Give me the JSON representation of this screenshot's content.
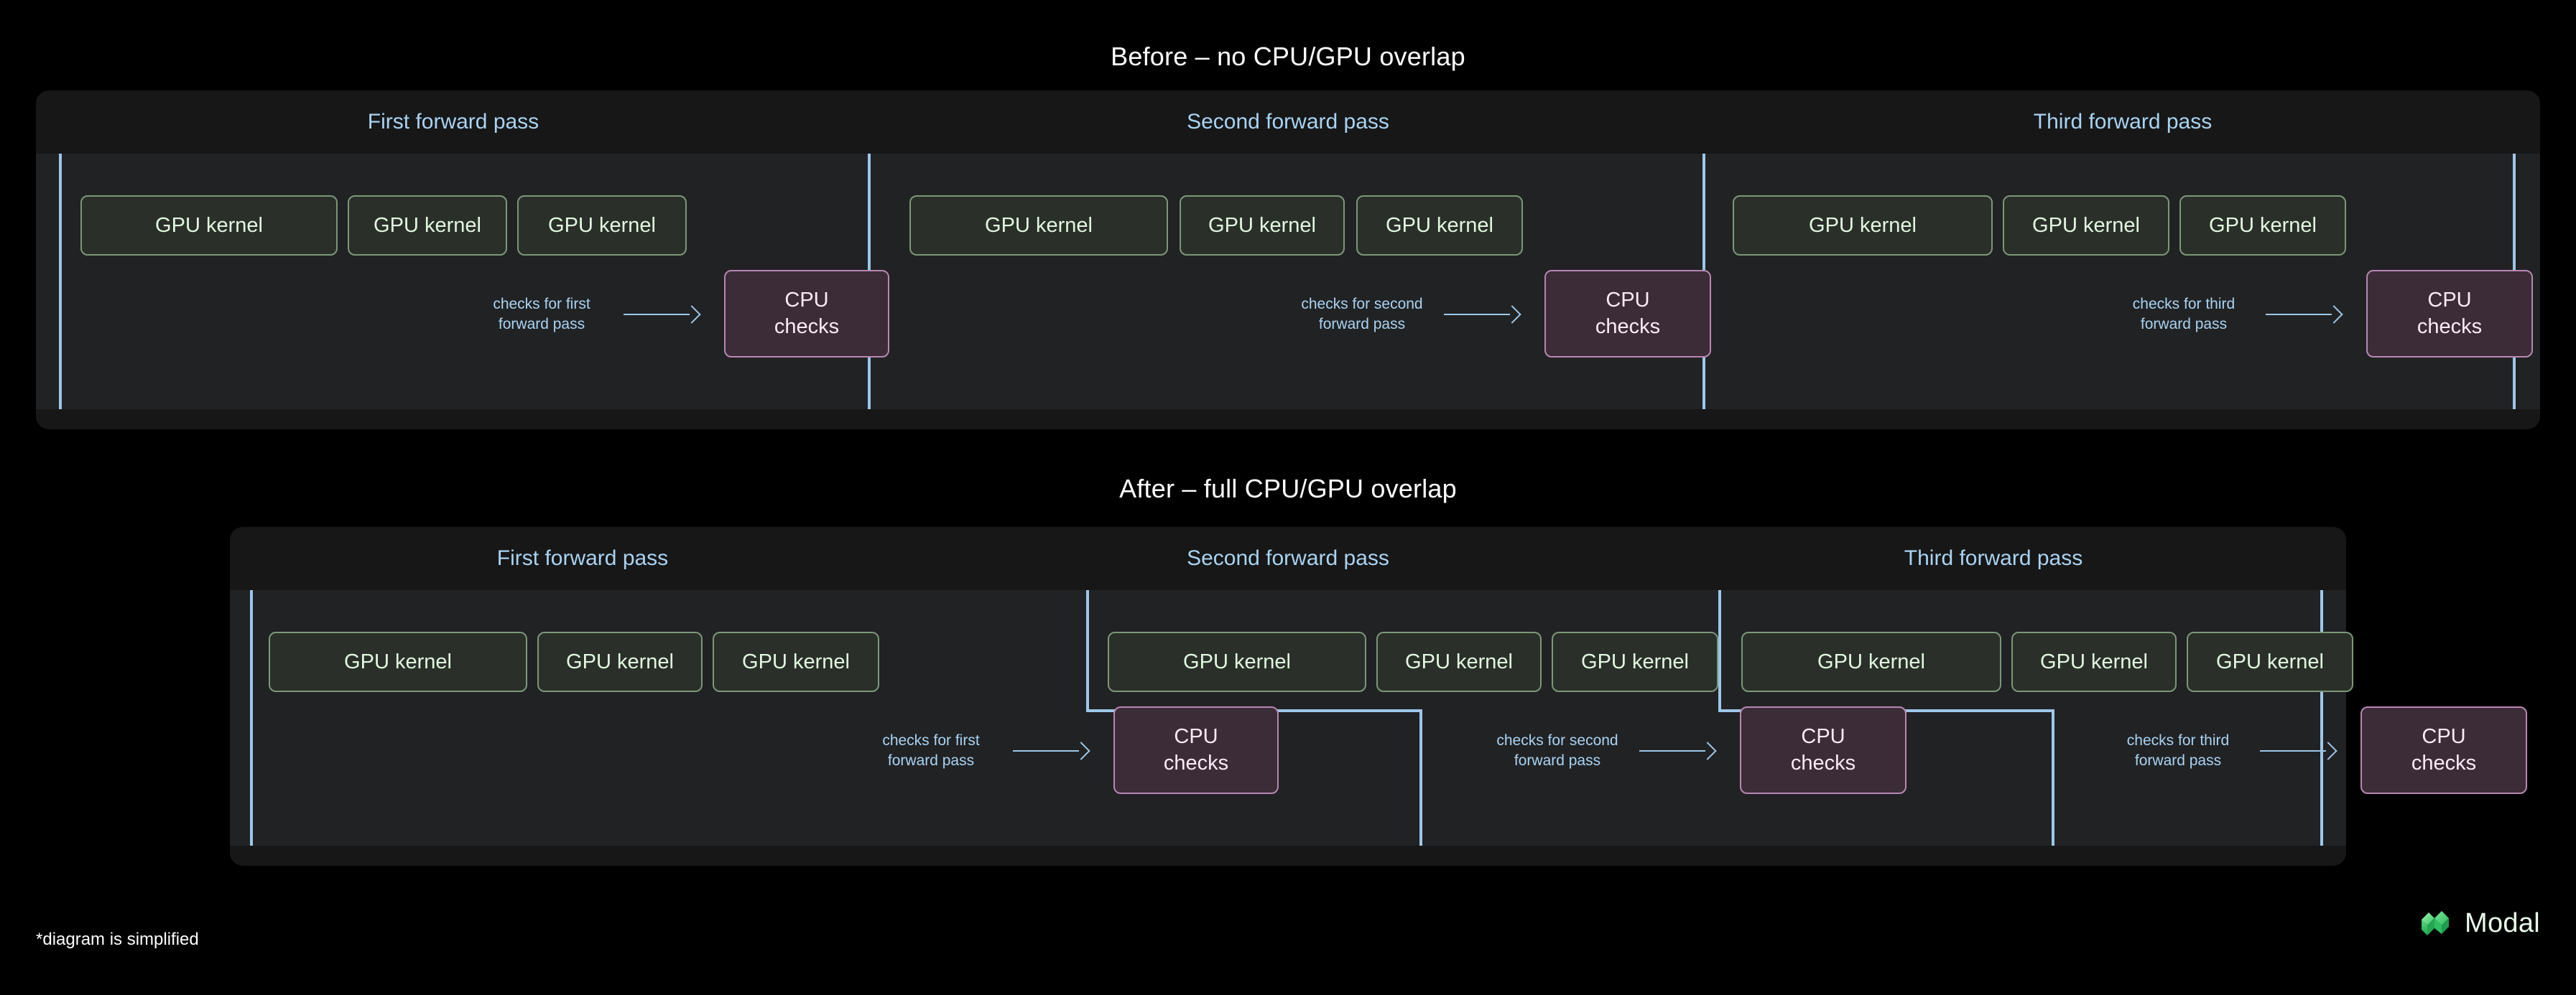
{
  "sections": {
    "before": {
      "title": "Before – no CPU/GPU overlap",
      "passes": [
        {
          "header": "First forward pass",
          "annotation": "checks for first\nforward pass"
        },
        {
          "header": "Second forward pass",
          "annotation": "checks for second\nforward pass"
        },
        {
          "header": "Third forward pass",
          "annotation": "checks for third\nforward pass"
        }
      ]
    },
    "after": {
      "title": "After – full CPU/GPU overlap",
      "passes": [
        {
          "header": "First forward pass",
          "annotation": "checks for first\nforward pass"
        },
        {
          "header": "Second forward pass",
          "annotation": "checks for second\nforward pass"
        },
        {
          "header": "Third forward pass",
          "annotation": "checks for third\nforward pass"
        }
      ]
    }
  },
  "labels": {
    "gpu_kernel": "GPU kernel",
    "cpu_checks_line1": "CPU",
    "cpu_checks_line2": "checks"
  },
  "footer": {
    "footnote": "*diagram is simplified",
    "brand": "Modal"
  },
  "colors": {
    "background": "#000000",
    "panel": "#171717",
    "track": "#212224",
    "divider": "#9dc7ea",
    "pass_header_text": "#a9d3f2",
    "gpu_fill": "#2a3029",
    "gpu_border": "#7b9878",
    "gpu_text": "#e2f7e0",
    "cpu_fill": "#3c2c38",
    "cpu_border": "#b887b2",
    "cpu_text": "#fbeaf7",
    "brand_green": "#3ecf6d",
    "title_text": "#ffffff"
  }
}
